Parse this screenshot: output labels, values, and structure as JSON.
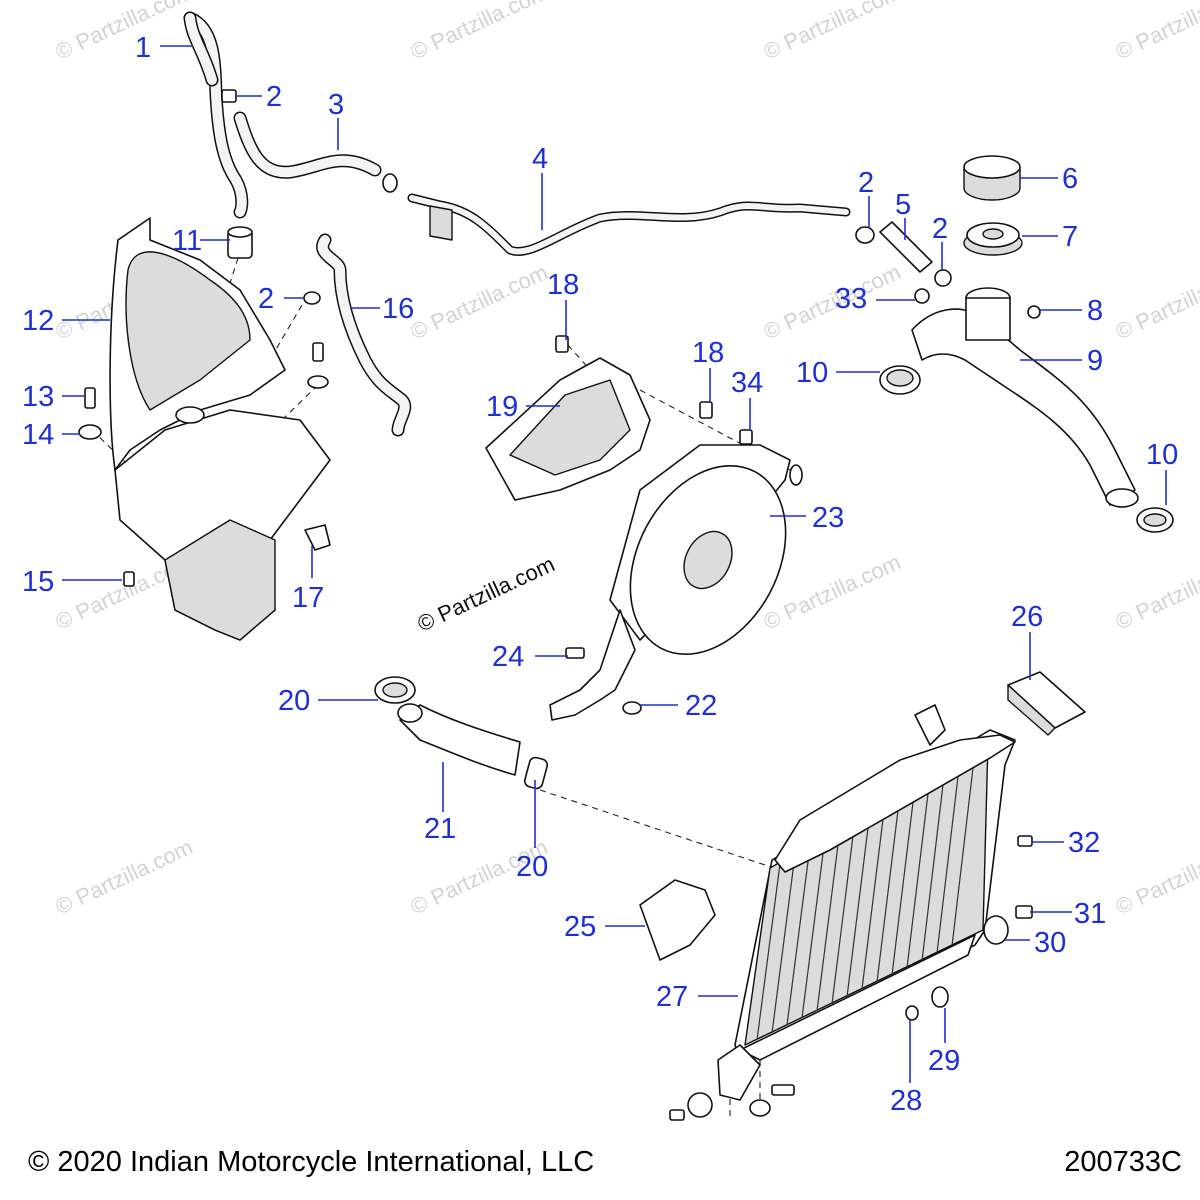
{
  "watermarks": {
    "small": "© Partzilla.com",
    "center": "© Partzilla.com"
  },
  "footer": {
    "copyright": "© 2020 Indian Motorcycle International, LLC",
    "drawing_number": "200733C"
  },
  "callouts": [
    {
      "id": "c1",
      "label": "1"
    },
    {
      "id": "c2a",
      "label": "2"
    },
    {
      "id": "c3",
      "label": "3"
    },
    {
      "id": "c4",
      "label": "4"
    },
    {
      "id": "c2b",
      "label": "2"
    },
    {
      "id": "c5",
      "label": "5"
    },
    {
      "id": "c2c",
      "label": "2"
    },
    {
      "id": "c6",
      "label": "6"
    },
    {
      "id": "c7",
      "label": "7"
    },
    {
      "id": "c11",
      "label": "11"
    },
    {
      "id": "c2d",
      "label": "2"
    },
    {
      "id": "c16",
      "label": "16"
    },
    {
      "id": "c12",
      "label": "12"
    },
    {
      "id": "c18a",
      "label": "18"
    },
    {
      "id": "c33",
      "label": "33"
    },
    {
      "id": "c8",
      "label": "8"
    },
    {
      "id": "c18b",
      "label": "18"
    },
    {
      "id": "c34",
      "label": "34"
    },
    {
      "id": "c10a",
      "label": "10"
    },
    {
      "id": "c9",
      "label": "9"
    },
    {
      "id": "c13",
      "label": "13"
    },
    {
      "id": "c19",
      "label": "19"
    },
    {
      "id": "c14",
      "label": "14"
    },
    {
      "id": "c10b",
      "label": "10"
    },
    {
      "id": "c23",
      "label": "23"
    },
    {
      "id": "c15",
      "label": "15"
    },
    {
      "id": "c17",
      "label": "17"
    },
    {
      "id": "c26",
      "label": "26"
    },
    {
      "id": "c24",
      "label": "24"
    },
    {
      "id": "c20a",
      "label": "20"
    },
    {
      "id": "c22",
      "label": "22"
    },
    {
      "id": "c21",
      "label": "21"
    },
    {
      "id": "c32",
      "label": "32"
    },
    {
      "id": "c20b",
      "label": "20"
    },
    {
      "id": "c31",
      "label": "31"
    },
    {
      "id": "c25",
      "label": "25"
    },
    {
      "id": "c30",
      "label": "30"
    },
    {
      "id": "c27",
      "label": "27"
    },
    {
      "id": "c29",
      "label": "29"
    },
    {
      "id": "c28",
      "label": "28"
    }
  ]
}
